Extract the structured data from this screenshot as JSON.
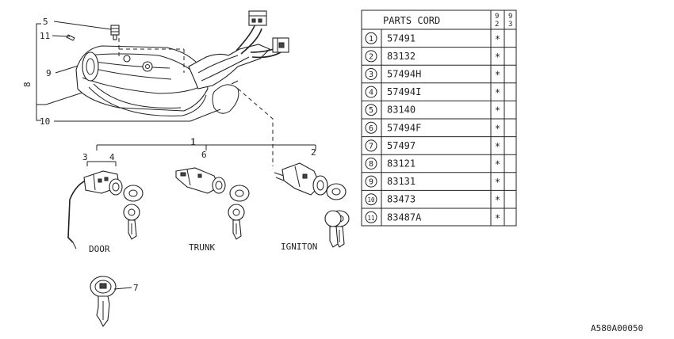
{
  "callouts": {
    "c1": "1",
    "c2": "2",
    "c3": "3",
    "c4": "4",
    "c5": "5",
    "c6": "6",
    "c7": "7",
    "c8": "8",
    "c9": "9",
    "c10": "10",
    "c11": "11"
  },
  "labels": {
    "door": "DOOR",
    "trunk": "TRUNK",
    "ignition": "IGNITON"
  },
  "table": {
    "header": "PARTS CORD",
    "col1": [
      "9",
      "2"
    ],
    "col2": [
      "9",
      "3"
    ],
    "rows": [
      {
        "num": "1",
        "code": "57491",
        "mark": "*"
      },
      {
        "num": "2",
        "code": "83132",
        "mark": "*"
      },
      {
        "num": "3",
        "code": "57494H",
        "mark": "*"
      },
      {
        "num": "4",
        "code": "57494I",
        "mark": "*"
      },
      {
        "num": "5",
        "code": "83140",
        "mark": "*"
      },
      {
        "num": "6",
        "code": "57494F",
        "mark": "*"
      },
      {
        "num": "7",
        "code": "57497",
        "mark": "*"
      },
      {
        "num": "8",
        "code": "83121",
        "mark": "*"
      },
      {
        "num": "9",
        "code": "83131",
        "mark": "*"
      },
      {
        "num": "10",
        "code": "83473",
        "mark": "*"
      },
      {
        "num": "11",
        "code": "83487A",
        "mark": "*"
      }
    ]
  },
  "drawing_id": "A580A00050"
}
